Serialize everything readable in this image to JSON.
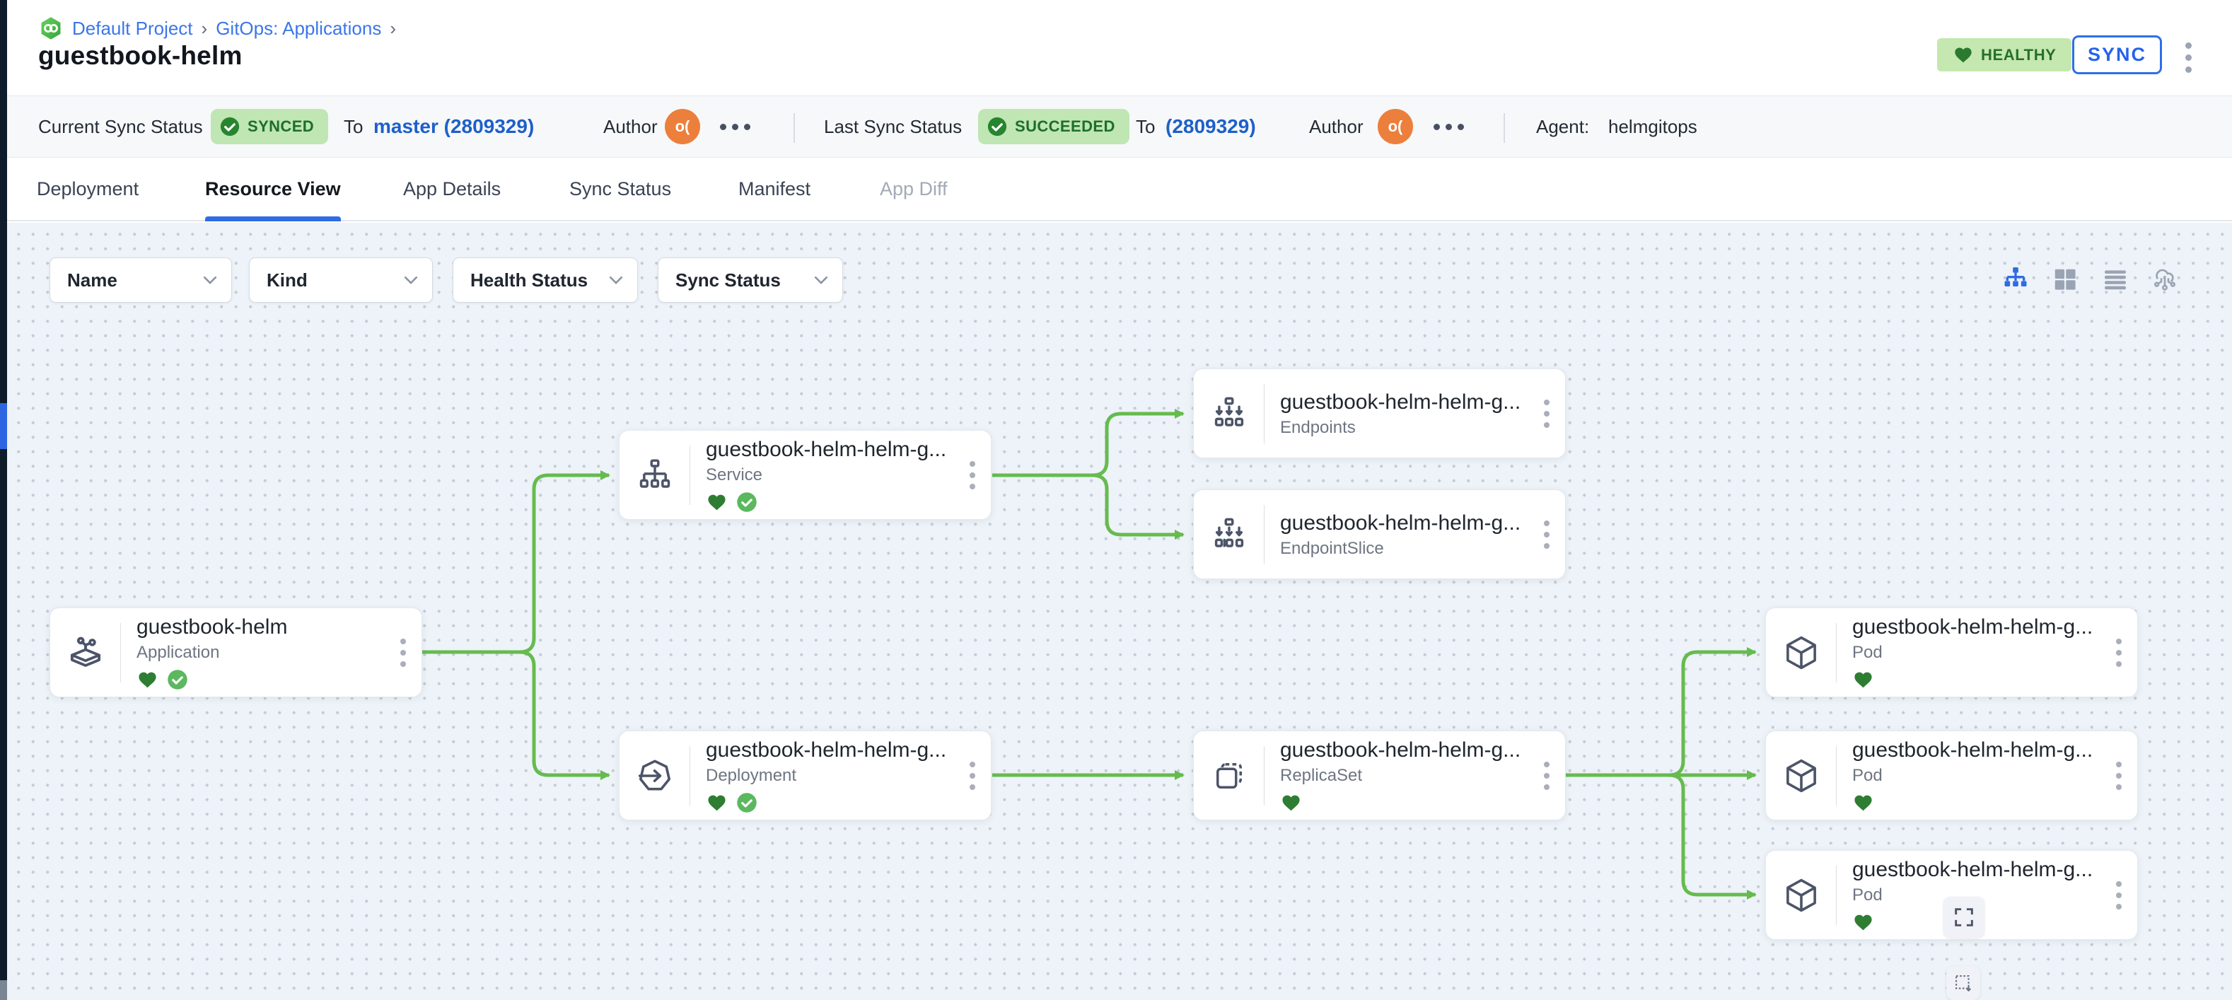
{
  "header": {
    "breadcrumb": {
      "project": "Default Project",
      "section": "GitOps: Applications",
      "sep": "›"
    },
    "title": "guestbook-helm",
    "health_badge": {
      "label": "HEALTHY"
    },
    "sync_button_label": "SYNC"
  },
  "status_bar": {
    "current_label": "Current Sync Status",
    "current_badge": "SYNCED",
    "current_to": "To",
    "current_revision": "master (2809329)",
    "current_author_label": "Author",
    "current_author_initials": "o(",
    "last_label": "Last Sync Status",
    "last_badge": "SUCCEEDED",
    "last_to": "To",
    "last_revision": "(2809329)",
    "last_author_label": "Author",
    "last_author_initials": "o(",
    "agent_label": "Agent:",
    "agent_value": "helmgitops"
  },
  "tabs": {
    "deployment": "Deployment",
    "resource_view": "Resource View",
    "app_details": "App Details",
    "sync_status": "Sync Status",
    "manifest": "Manifest",
    "app_diff": "App Diff"
  },
  "filters": {
    "name": "Name",
    "kind": "Kind",
    "health": "Health Status",
    "sync": "Sync Status"
  },
  "view_toggles": [
    "tree-view",
    "grid-view",
    "list-view",
    "cluster-view"
  ],
  "nodes": [
    {
      "title": "guestbook-helm",
      "kind": "Application",
      "health": "healthy",
      "synced": true
    },
    {
      "title": "guestbook-helm-helm-g...",
      "kind": "Service",
      "health": "healthy",
      "synced": true
    },
    {
      "title": "guestbook-helm-helm-g...",
      "kind": "Endpoints",
      "health": null,
      "synced": false
    },
    {
      "title": "guestbook-helm-helm-g...",
      "kind": "EndpointSlice",
      "health": null,
      "synced": false
    },
    {
      "title": "guestbook-helm-helm-g...",
      "kind": "Deployment",
      "health": "healthy",
      "synced": true
    },
    {
      "title": "guestbook-helm-helm-g...",
      "kind": "ReplicaSet",
      "health": "healthy",
      "synced": false
    },
    {
      "title": "guestbook-helm-helm-g...",
      "kind": "Pod",
      "health": "healthy",
      "synced": false
    },
    {
      "title": "guestbook-helm-helm-g...",
      "kind": "Pod",
      "health": "healthy",
      "synced": false
    },
    {
      "title": "guestbook-helm-helm-g...",
      "kind": "Pod",
      "health": "healthy",
      "synced": false
    }
  ],
  "colors": {
    "edge_green": "#66bb4e",
    "accent_blue": "#2f6be4",
    "link_blue": "#1d60c9",
    "heart_green": "#2e7d32",
    "check_green": "#5bb85f",
    "badge_bg_green": "#bfe6b3",
    "badge_text_green": "#1d6e2d",
    "avatar_orange": "#ec7f3b",
    "canvas_bg": "#edf3f8",
    "rail_dark": "#0d1b2b"
  }
}
